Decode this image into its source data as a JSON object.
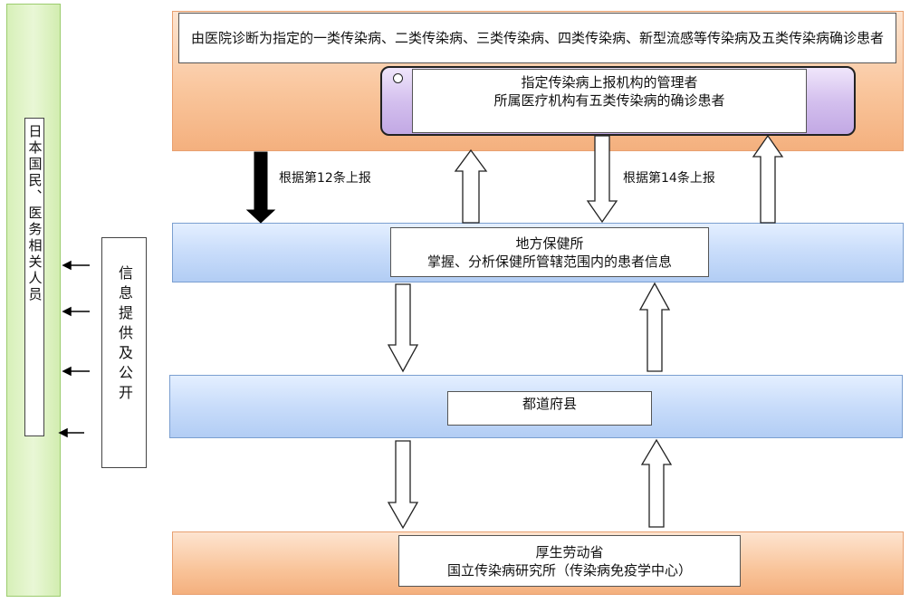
{
  "public_label": "日本国民、医务相关人员",
  "info_label": "信息提供及公开",
  "top_box": "由医院诊断为指定的一类传染病、二类传染病、三类传染病、四类传染病、新型流感等传染病及五类传染病确诊患者",
  "manager_box": {
    "line1": "指定传染病上报机构的管理者",
    "line2": "所属医疗机构有五类传染病的确诊患者"
  },
  "article12": "根据第12条上报",
  "article14": "根据第14条上报",
  "health_center": {
    "line1": "地方保健所",
    "line2": "掌握、分析保健所管辖范围内的患者信息"
  },
  "prefecture": "都道府县",
  "mhlw": {
    "line1": "厚生劳动省",
    "line2": "国立传染病研究所（传染病免疫学中心）"
  }
}
